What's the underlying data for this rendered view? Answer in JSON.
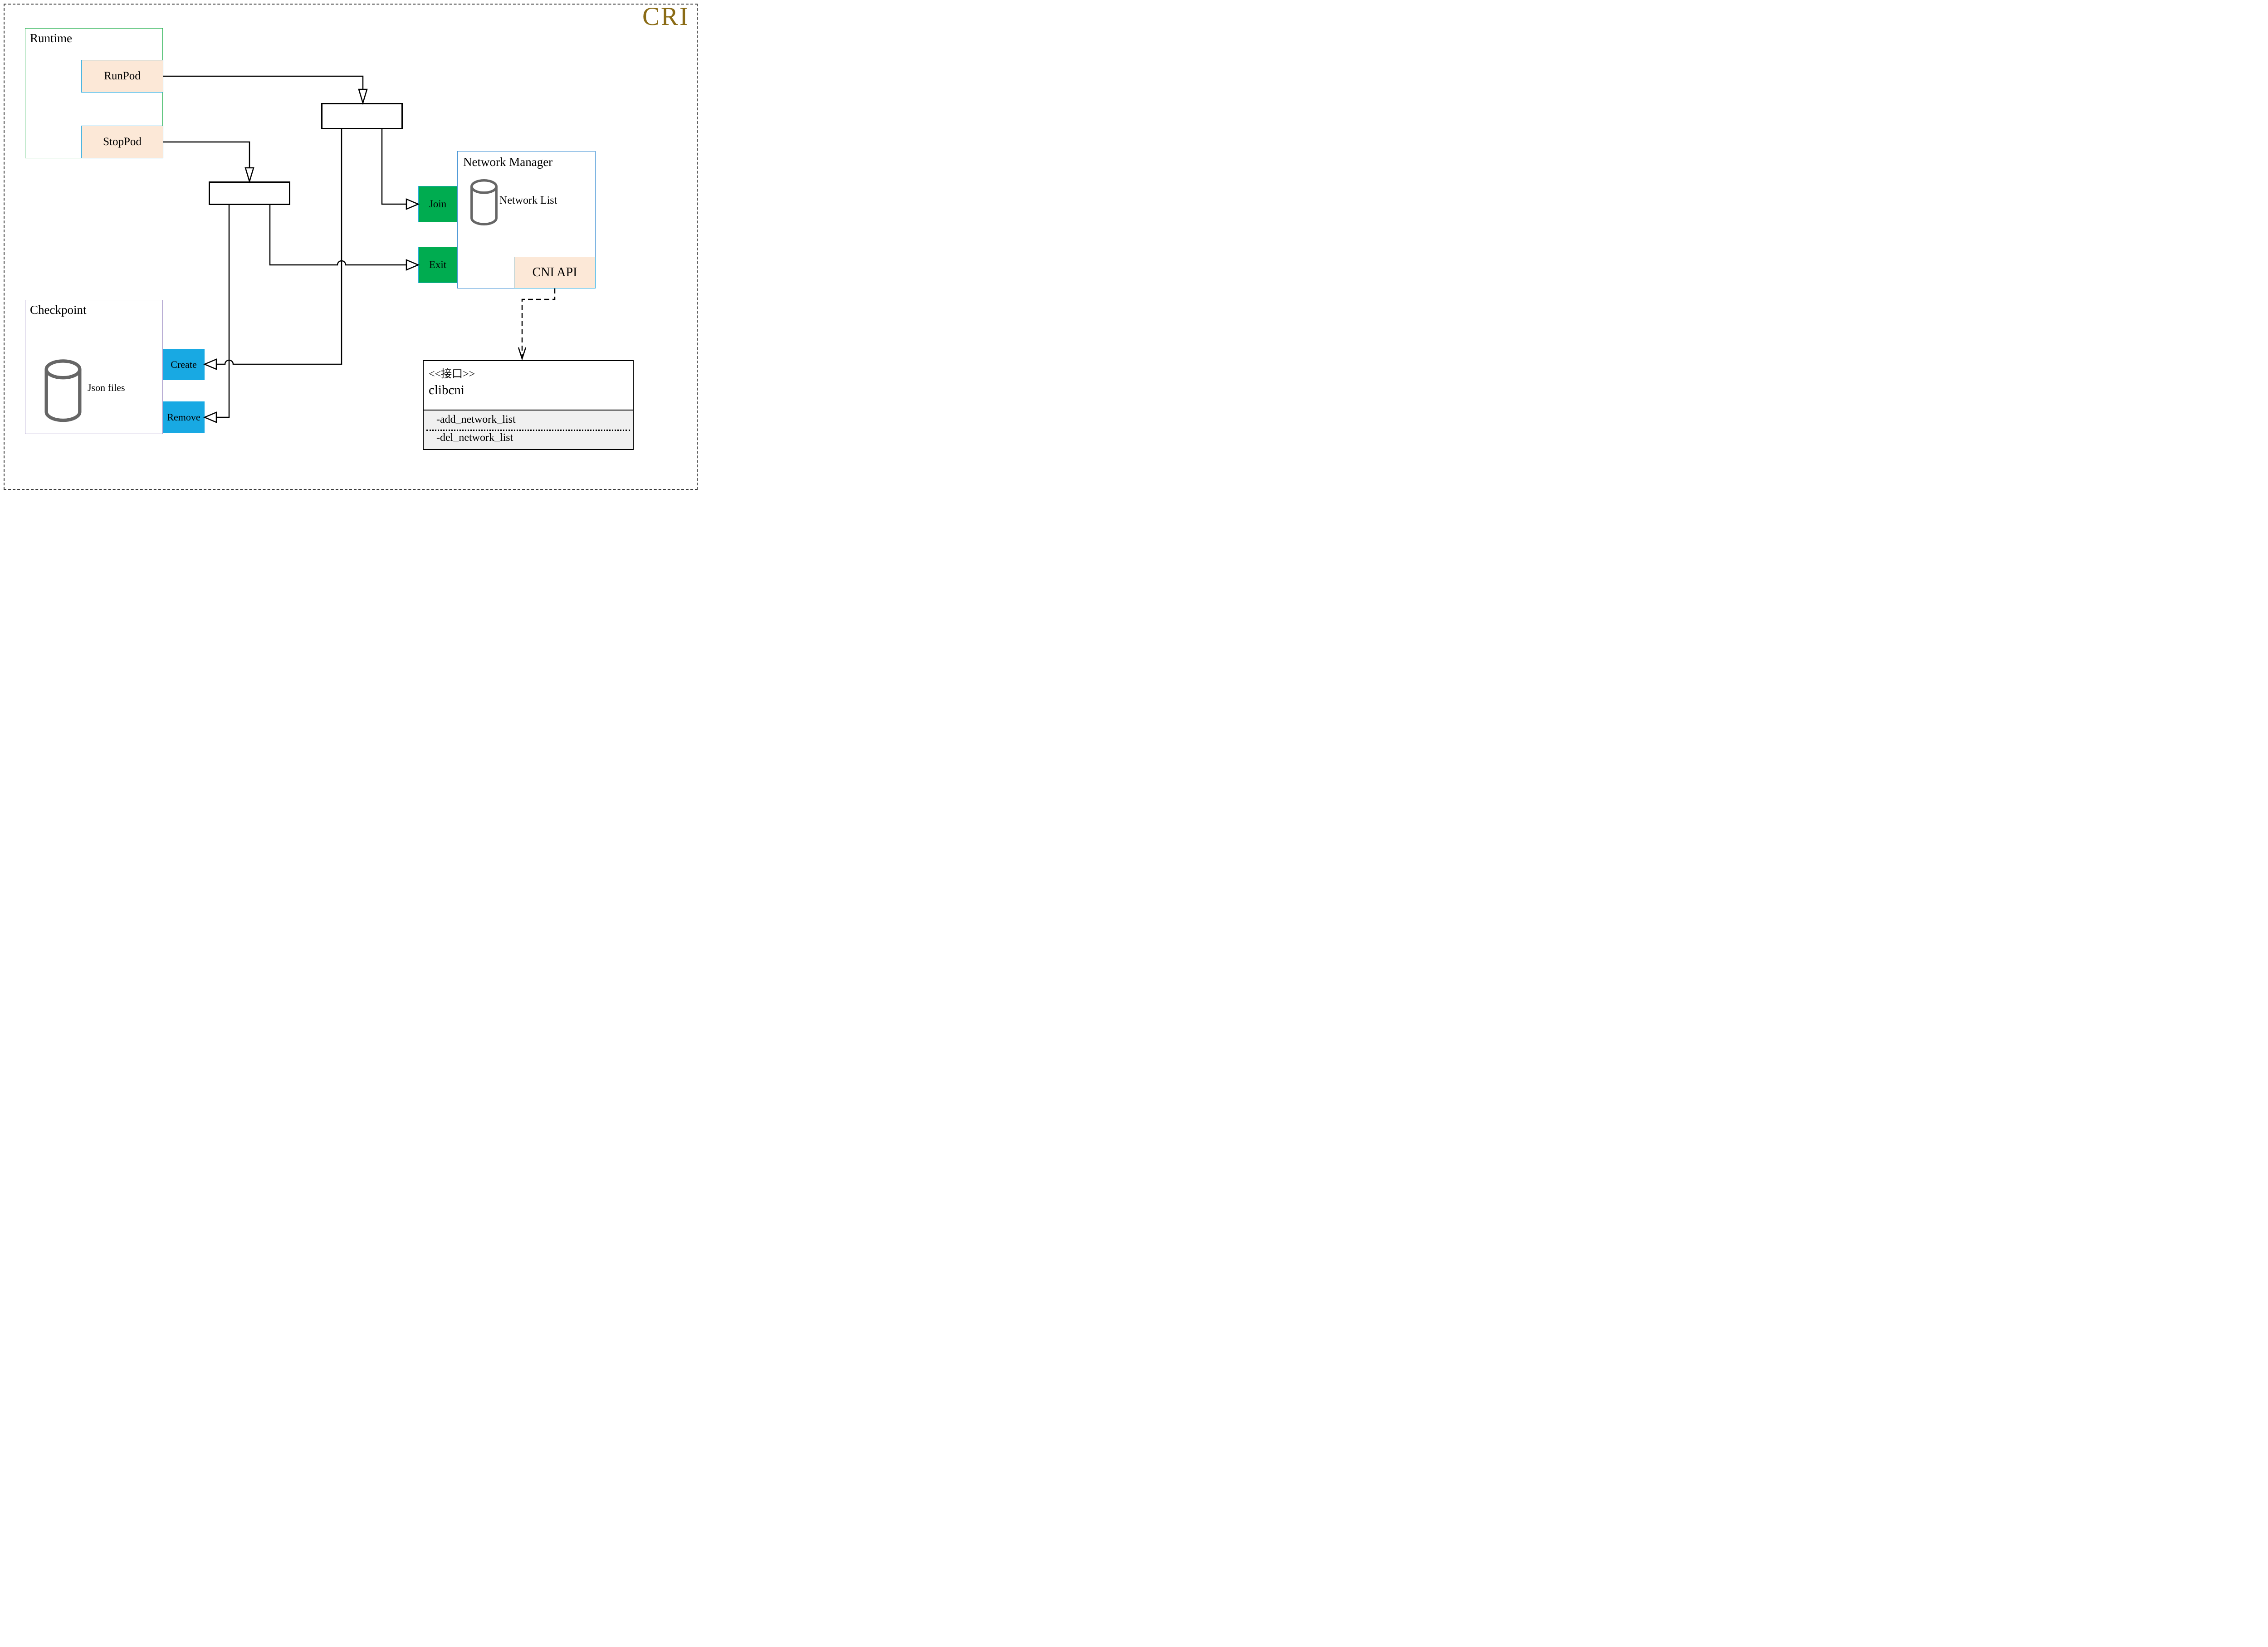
{
  "title": "CRI",
  "colors": {
    "title_gold": "#8A6B15",
    "runtime_border_green": "#2FB457",
    "checkpoint_border_purple": "#A394C7",
    "network_manager_border_blue": "#3E90D4",
    "peach_fill": "#FCE8D7",
    "peach_border_cyan": "#29ABE2",
    "green_fill": "#00AC50",
    "blue_fill": "#18A9E3",
    "uml_member_bg": "#F0F0F0"
  },
  "runtime": {
    "label": "Runtime",
    "buttons": [
      {
        "label": "RunPod"
      },
      {
        "label": "StopPod"
      }
    ]
  },
  "checkpoint": {
    "label": "Checkpoint",
    "store_label": "Json files",
    "buttons": [
      {
        "label": "Create"
      },
      {
        "label": "Remove"
      }
    ]
  },
  "network_manager": {
    "label": "Network Manager",
    "store_label": "Network List",
    "actions": [
      {
        "label": "Join"
      },
      {
        "label": "Exit"
      }
    ],
    "api_label": "CNI API"
  },
  "interface_class": {
    "stereotype": "<<接口>>",
    "name": "clibcni",
    "members": [
      "-add_network_list",
      "-del_network_list"
    ]
  }
}
